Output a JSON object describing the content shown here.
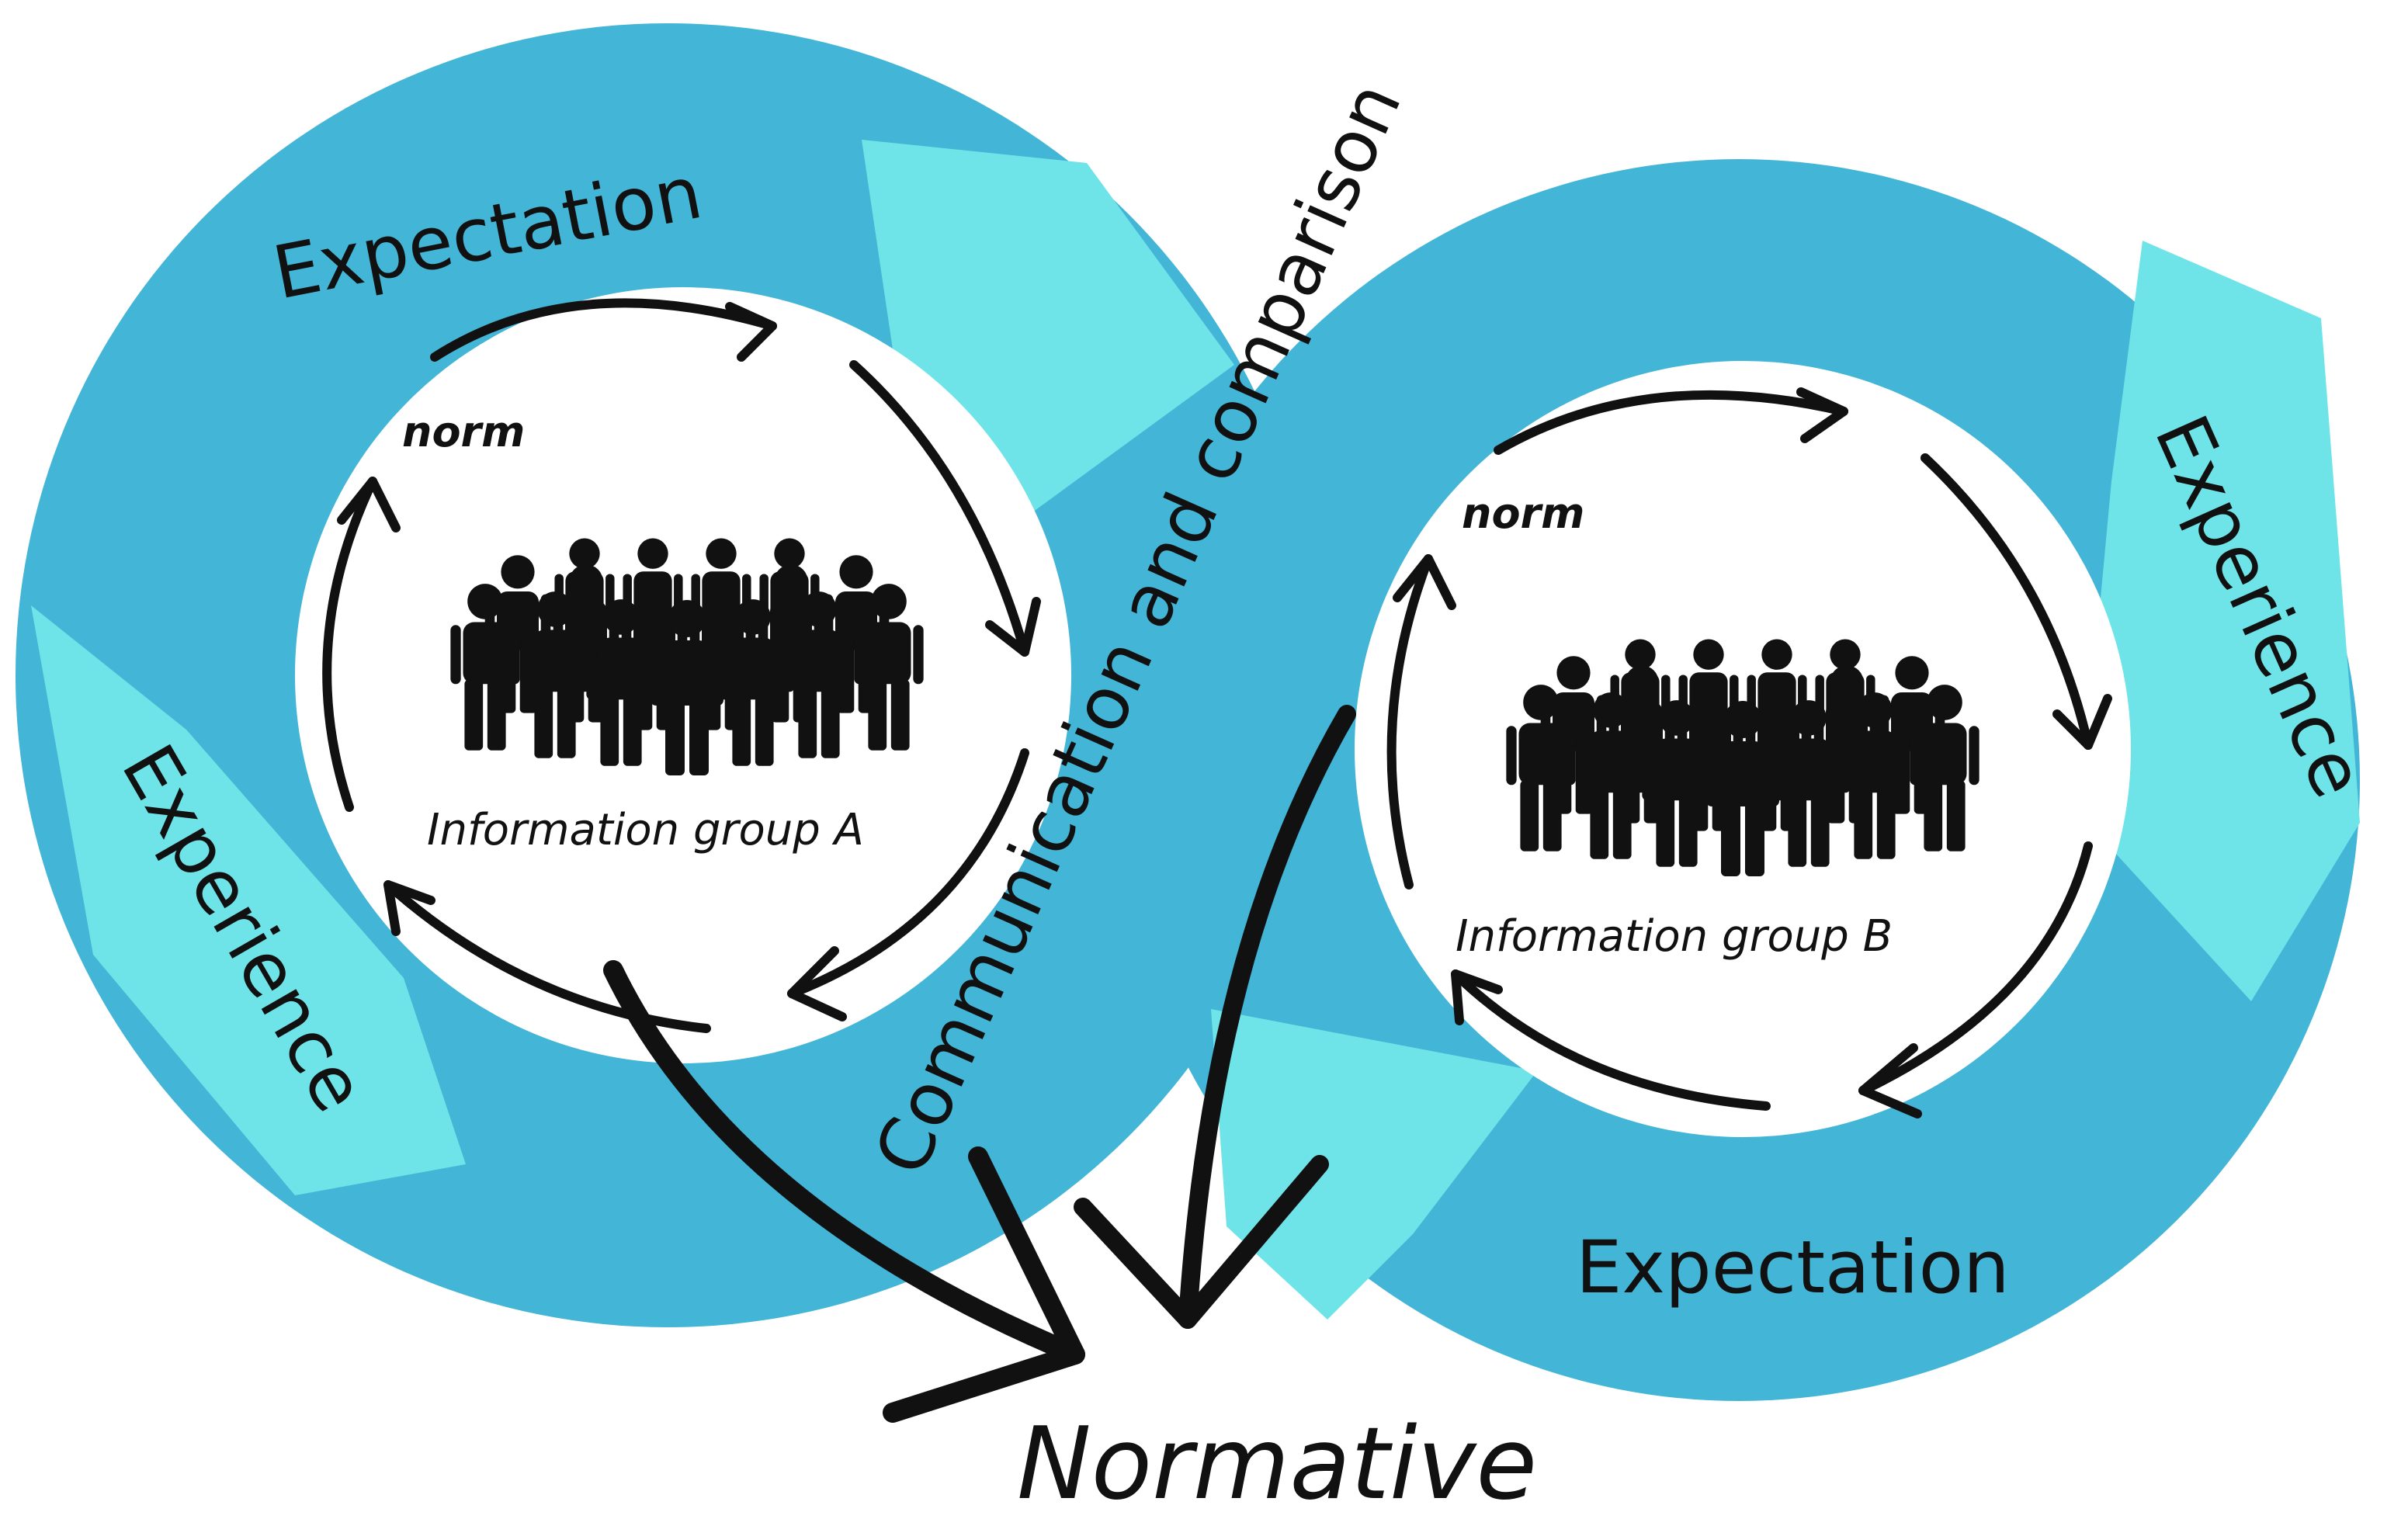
{
  "colors": {
    "ring_dark": "#43b5d6",
    "ring_light": "#6ee4e8",
    "hub": "#ffffff",
    "ink": "#111111"
  },
  "ring_a": {
    "top_label": "Expectation",
    "left_label": "Experience",
    "norm_label": "norm",
    "group_label": "Information group A",
    "icon": "people-group-icon"
  },
  "ring_b": {
    "bottom_label": "Expectation",
    "right_label": "Experience",
    "norm_label": "norm",
    "group_label": "Information group B",
    "icon": "people-group-icon"
  },
  "bridge_label": "Communication and comparison",
  "result_label": "Normative"
}
